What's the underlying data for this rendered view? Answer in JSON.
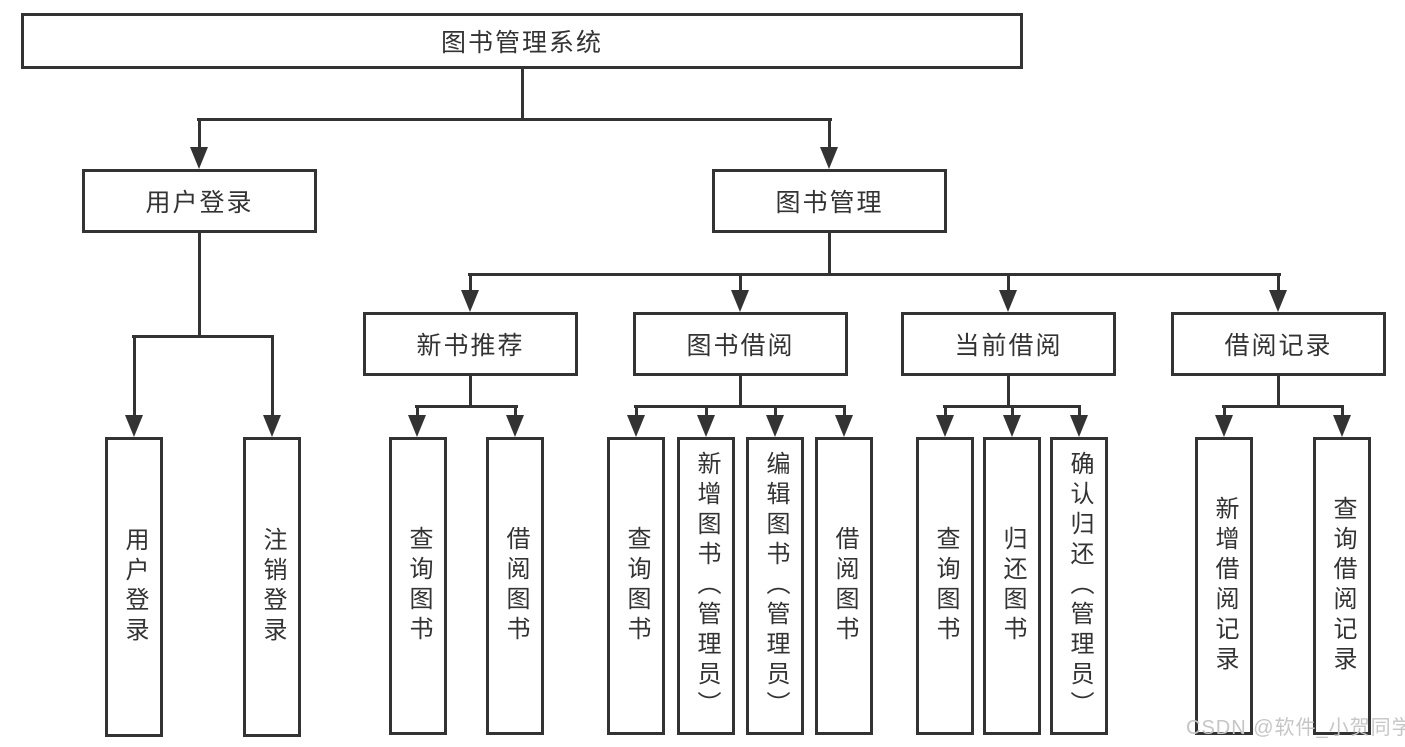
{
  "diagram_title": "图书管理系统",
  "tree": {
    "label": "图书管理系统",
    "children": [
      {
        "label": "用户登录",
        "children": [
          {
            "label": "用户登录"
          },
          {
            "label": "注销登录"
          }
        ]
      },
      {
        "label": "图书管理",
        "children": [
          {
            "label": "新书推荐",
            "children": [
              {
                "label": "查询图书"
              },
              {
                "label": "借阅图书"
              }
            ]
          },
          {
            "label": "图书借阅",
            "children": [
              {
                "label": "查询图书"
              },
              {
                "label": "新增图书（管理员）"
              },
              {
                "label": "编辑图书（管理员）"
              },
              {
                "label": "借阅图书"
              }
            ]
          },
          {
            "label": "当前借阅",
            "children": [
              {
                "label": "查询图书"
              },
              {
                "label": "归还图书"
              },
              {
                "label": "确认归还（管理员）"
              }
            ]
          },
          {
            "label": "借阅记录",
            "children": [
              {
                "label": "新增借阅记录"
              },
              {
                "label": "查询借阅记录"
              }
            ]
          }
        ]
      }
    ]
  },
  "watermark": {
    "text": "CSDN @软件_小贺同学"
  },
  "colors": {
    "line": "#333333",
    "text": "#333333",
    "background": "#ffffff",
    "watermark": "#c6c6c6"
  }
}
